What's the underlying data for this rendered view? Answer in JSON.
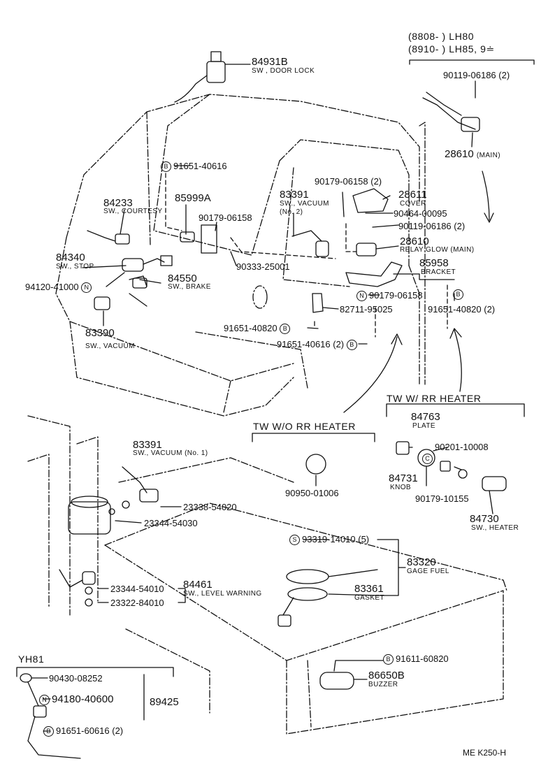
{
  "header": {
    "line1": "(8808-        ) LH80",
    "line2": "(8910-        ) LH85, 9≐"
  },
  "sections": {
    "tw_wo": "TW W/O RR HEATER",
    "tw_w": "TW W/ RR HEATER",
    "yh81": "YH81"
  },
  "marks": {
    "B": "B",
    "N": "N",
    "S": "S",
    "C": "C"
  },
  "parts": {
    "p84931b": "84931B",
    "d84931b": "SW , DOOR LOCK",
    "p91651_40616": "91651-40616",
    "p84233": "84233",
    "d84233": "SW., COURTESY",
    "p85999a": "85999A",
    "p90179_06158a": "90179-06158",
    "p90333": "90333-25001",
    "p84340": "84340",
    "d84340": "SW., STOP",
    "p84550": "84550",
    "d84550": "SW., BRAKE",
    "p94120": "94120-41000",
    "p83390": "83390",
    "d83390": "SW., VACUUM",
    "p91651_40820": "91651-40820",
    "p83391": "83391",
    "d83391a": "SW., VACUUM",
    "d83391b": "(No. 2)",
    "p90179_06158_2": "90179-06158 (2)",
    "p28611": "28611",
    "d28611": "COVER",
    "p90464": "90464-00095",
    "p90119_06186_2": "90119-06186 (2)",
    "p28610r": "28610",
    "d28610r": "RELAY GLOW (MAIN)",
    "p85958": "85958",
    "d85958": "BRACKET",
    "p90179_06158b": "90179-06158",
    "p82711": "82711-95025",
    "p91651_40820_2": "91651-40820 (2)",
    "p91651_40616_2": "91651-40616 (2)",
    "p90119_top": "90119-06186 (2)",
    "p28610m": "28610",
    "d28610m": "(MAIN)",
    "p84763": "84763",
    "d84763": "PLATE",
    "p90201": "90201-10008",
    "p84731": "84731",
    "d84731": "KNOB",
    "p90179_10155": "90179-10155",
    "p84730": "84730",
    "d84730": "SW., HEATER",
    "p90950": "90950-01006",
    "p83391n1": "83391",
    "d83391n1": "SW., VACUUM (No. 1)",
    "p23338": "23338-54020",
    "p23344_54030": "23344-54030",
    "p23344_54010": "23344-54010",
    "p84461": "84461",
    "d84461": "SW., LEVEL WARNING",
    "p23322": "23322-84010",
    "p93319": "93319-14010 (5)",
    "p83320": "83320",
    "d83320": "GAGE  FUEL",
    "p83361": "83361",
    "d83361": "GASKET",
    "p91611": "91611-60820",
    "p86650b": "86650B",
    "d86650b": "BUZZER",
    "p90430": "90430-08252",
    "p94180": "94180-40600",
    "p89425": "89425",
    "p91651_60616": "91651-60616 (2)"
  },
  "footer": {
    "ref": "ME K250-H"
  }
}
